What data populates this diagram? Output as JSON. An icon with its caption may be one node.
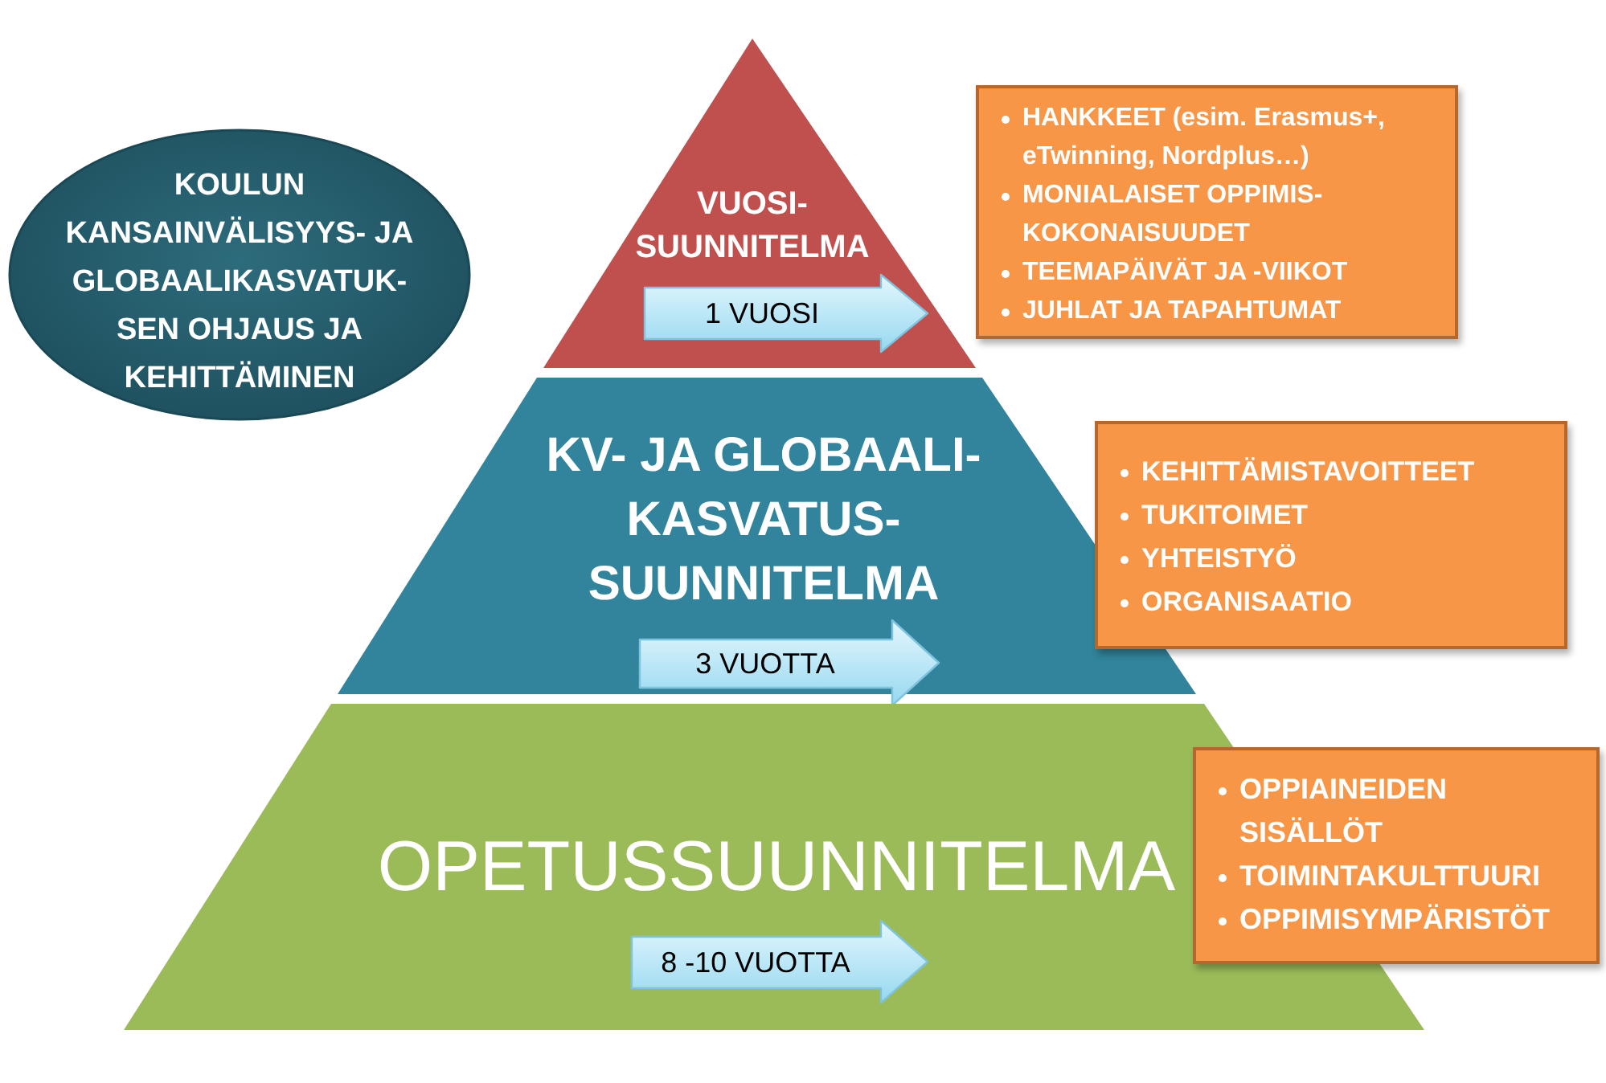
{
  "diagram": {
    "nodes": [
      {
        "text": [
          "KOULUN KANSAINVÄLISYYS- JA GLOBAALIKASVATUK- SEN OHJAUS JA KEHITTÄMINEN"
        ]
      },
      {
        "text": [
          "VUOSI- SUUNNITELMA"
        ]
      },
      {
        "text": [
          "1 VUOSI"
        ],
        "in": 1
      },
      {
        "text": [
          "HANKKEET (esim. Erasmus+, eTwinning, Nordplus…)",
          "MONIALAISET OPPIMIS- KOKONAISUUDET",
          "TEEMAPÄIVÄT JA -VIIKOT",
          "JUHLAT JA TAPAHTUMAT"
        ]
      },
      {
        "text": [
          "KV- JA GLOBAALI- KASVATUS- SUUNNITELMA"
        ]
      },
      {
        "text": [
          "3 VUOTTA"
        ],
        "in": 4
      },
      {
        "text": [
          "KEHITTÄMISTAVOITTEET",
          "TUKITOIMET",
          "YHTEISTYÖ",
          "ORGANISAATIO"
        ]
      },
      {
        "text": [
          "OPETUSSUUNNITELMA"
        ]
      },
      {
        "text": [
          "8 -10 VUOTTA"
        ],
        "in": 7
      },
      {
        "text": [
          "OPPIAINEIDEN SISÄLLÖT",
          "TOIMINTAKULTTUURI",
          "OPPIMISYMPÄRISTÖT"
        ]
      }
    ]
  }
}
